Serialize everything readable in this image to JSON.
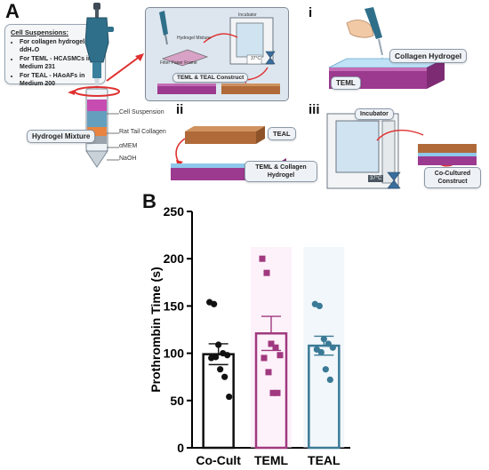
{
  "panel_a": {
    "letter": "A",
    "suspensions": {
      "title": "Cell Suspensions:",
      "items": [
        "For collagen hydrogel - ddH₂O",
        "For TEML - HCASMCs in Medium 231",
        "For TEAL - HAoAFs in Medium 200"
      ]
    },
    "tube_labels": {
      "cell_suspension": "Cell Suspension",
      "collagen": "Rat Tail Collagen",
      "amem": "αMEM",
      "naoh": "NaOH"
    },
    "hydrogel_mixture": "Hydrogel Mixture",
    "inset": {
      "incubator": "Incubator",
      "hydrogel_mixture": "Hydrogel Mixture",
      "filter_frame": "Filter Paper Frame",
      "temp": "37°C",
      "construct": "TEML & TEAL Construct"
    },
    "step_i": {
      "numeral": "i",
      "teml": "TEML",
      "hydrogel": "Collagen Hydrogel"
    },
    "step_ii": {
      "numeral": "ii",
      "teal": "TEAL",
      "result": "TEML & Collagen Hydrogel"
    },
    "step_iii": {
      "numeral": "iii",
      "incubator": "Incubator",
      "temp": "37°C",
      "result": "Co-Cultured Construct"
    },
    "colors": {
      "teml": "#9c3a8f",
      "teal": "#b06a3a",
      "hydrogel": "#8fc7ea",
      "arrow": "#e03030"
    }
  },
  "panel_b": {
    "letter": "B"
  },
  "chart_data": {
    "type": "bar",
    "ylabel": "Prothrombin Time (s)",
    "ylim": [
      0,
      250
    ],
    "yticks": [
      0,
      50,
      100,
      150,
      200,
      250
    ],
    "categories": [
      "Co-Cult",
      "TEML",
      "TEAL"
    ],
    "means": [
      99,
      121,
      108
    ],
    "sem": [
      11,
      18,
      10
    ],
    "bar_colors": [
      "#111111",
      "#a0397f",
      "#3b7a96"
    ],
    "bar_fills": [
      "#ffffff",
      "#fbe6f6",
      "#e5f0f6"
    ],
    "points": [
      [
        154,
        152,
        109,
        100,
        98,
        95,
        96,
        83,
        75,
        54
      ],
      [
        200,
        185,
        110,
        106,
        98,
        95,
        80,
        58,
        58
      ],
      [
        152,
        150,
        115,
        110,
        106,
        104,
        101,
        83,
        72
      ]
    ],
    "point_markers": [
      "circle",
      "square",
      "circle"
    ]
  }
}
